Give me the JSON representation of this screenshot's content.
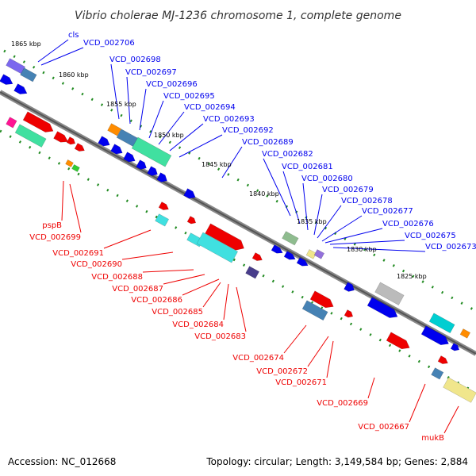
{
  "header": {
    "title": "Vibrio cholerae MJ-1236 chromosome 1, complete genome"
  },
  "footer": {
    "accession": "Accession: NC_012668",
    "summary": "Topology: circular; Length: 3,149,584 bp; Genes: 2,884"
  },
  "colors": {
    "forward": "#0000ee",
    "reverse": "#ee0000",
    "ticks": "#228B22",
    "backbone": "#888888"
  },
  "kbp_marks": [
    "1865 kbp",
    "1860 kbp",
    "1855 kbp",
    "1850 kbp",
    "1845 kbp",
    "1840 kbp",
    "1835 kbp",
    "1830 kbp",
    "1825 kbp"
  ],
  "forward_labels": [
    "cls",
    "VCD_002706",
    "VCD_002698",
    "VCD_002697",
    "VCD_002696",
    "VCD_002695",
    "VCD_002694",
    "VCD_002693",
    "VCD_002692",
    "VCD_002689",
    "VCD_002682",
    "VCD_002681",
    "VCD_002680",
    "VCD_002679",
    "VCD_002678",
    "VCD_002677",
    "VCD_002676",
    "VCD_002675",
    "VCD_002673"
  ],
  "reverse_labels": [
    "pspB",
    "VCD_002699",
    "VCD_002691",
    "VCD_002690",
    "VCD_002688",
    "VCD_002687",
    "VCD_002686",
    "VCD_002685",
    "VCD_002684",
    "VCD_002683",
    "VCD_002674",
    "VCD_002672",
    "VCD_002671",
    "VCD_002669",
    "VCD_002667",
    "mukB"
  ]
}
